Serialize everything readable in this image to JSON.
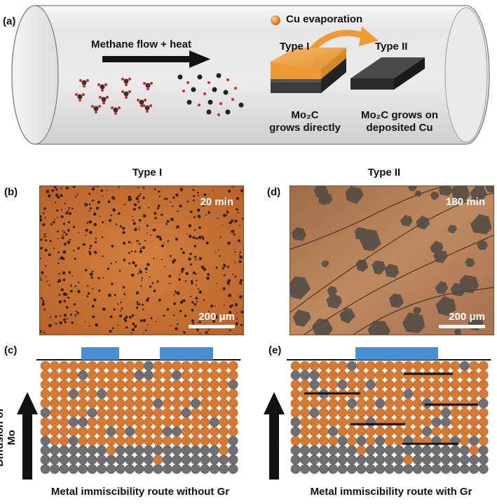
{
  "panels": {
    "a": {
      "label": "(a)",
      "cu_evaporation": "Cu evaporation",
      "methane_flow": "Methane flow + heat",
      "type1": "Type I",
      "type2": "Type II",
      "caption_left_line1": "Mo₂C",
      "caption_left_line2": "grows directly",
      "caption_right_line1": "Mo₂C grows on",
      "caption_right_line2": "deposited Cu"
    },
    "b": {
      "label": "(b)",
      "column_title": "Type I",
      "time": "20 min",
      "scale": "200 μm"
    },
    "d": {
      "label": "(d)",
      "column_title": "Type II",
      "time": "180 min",
      "scale": "200 μm"
    },
    "c": {
      "label": "(c)",
      "caption": "Metal immiscibility route without Gr"
    },
    "e": {
      "label": "(e)",
      "caption": "Metal immiscibility route with Gr"
    },
    "axis_label": "Diffusion of Mo"
  },
  "colors": {
    "cu_orange": "#d47a35",
    "mo_gray": "#6d6f74",
    "mo2c_blue": "#4a8fcf",
    "micro_bg_b": "#c66f35",
    "micro_bg_d": "#b77b52"
  }
}
